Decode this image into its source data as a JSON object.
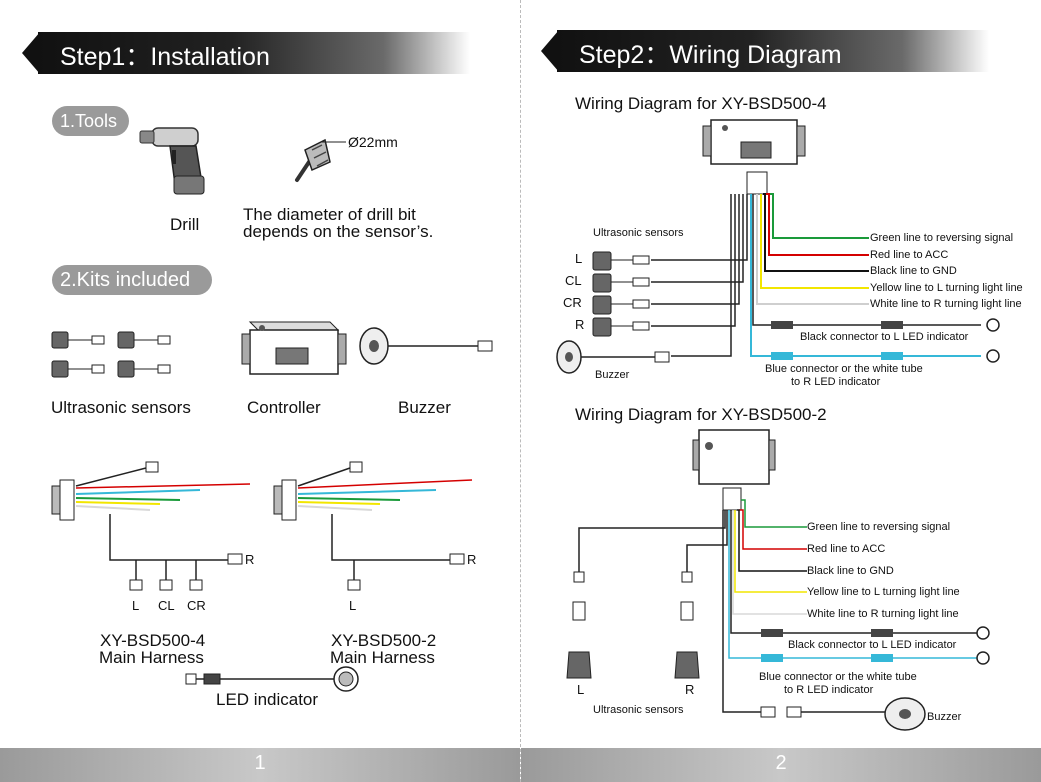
{
  "left": {
    "banner_title": "Step1：Installation",
    "tools_pill": "1.Tools",
    "drill_label": "Drill",
    "bit_size": "Ø22mm",
    "bit_note_line1": "The diameter of drill bit",
    "bit_note_line2": "depends on the sensor’s.",
    "kits_pill": "2.Kits included",
    "kit_sensors": "Ultrasonic sensors",
    "kit_controller": "Controller",
    "kit_buzzer": "Buzzer",
    "harness4_tags": [
      "L",
      "CL",
      "CR",
      "R"
    ],
    "harness2_tags": [
      "L",
      "R"
    ],
    "harness4_line1": "XY-BSD500-4",
    "harness4_line2": "Main Harness",
    "harness2_line1": "XY-BSD500-2",
    "harness2_line2": "Main Harness",
    "led_label": "LED indicator",
    "page_number": "1"
  },
  "right": {
    "banner_title": "Step2：Wiring Diagram",
    "d4": {
      "title": "Wiring Diagram for XY-BSD500-4",
      "sensors_label": "Ultrasonic sensors",
      "sensor_tags": [
        "L",
        "CL",
        "CR",
        "R"
      ],
      "wires": [
        "Green line to reversing signal",
        "Red line to ACC",
        "Black line to GND",
        "Yellow line to L turning light line",
        "White line to R turning light line"
      ],
      "black_connector": "Black connector to L LED indicator",
      "blue_connector_line1": "Blue connector or the white tube",
      "blue_connector_line2": "to R LED indicator",
      "buzzer_label": "Buzzer"
    },
    "d2": {
      "title": "Wiring Diagram for XY-BSD500-2",
      "wires": [
        "Green line to reversing signal",
        "Red line to ACC",
        "Black line to GND",
        "Yellow line to L turning light line",
        "White line to R turning light line"
      ],
      "black_connector": "Black connector to L LED indicator",
      "blue_connector_line1": "Blue connector or the white tube",
      "blue_connector_line2": "to R LED indicator",
      "sensor_tags": [
        "L",
        "R"
      ],
      "sensors_label": "Ultrasonic sensors",
      "buzzer_label": "Buzzer"
    },
    "page_number": "2"
  },
  "colors": {
    "green": "#1a9a3a",
    "red": "#d40000",
    "black": "#111111",
    "yellow": "#f2e600",
    "white_wire": "#d8d8d8",
    "blue": "#35b8d8",
    "banner": "#111111",
    "pill": "#9a9a9a"
  }
}
